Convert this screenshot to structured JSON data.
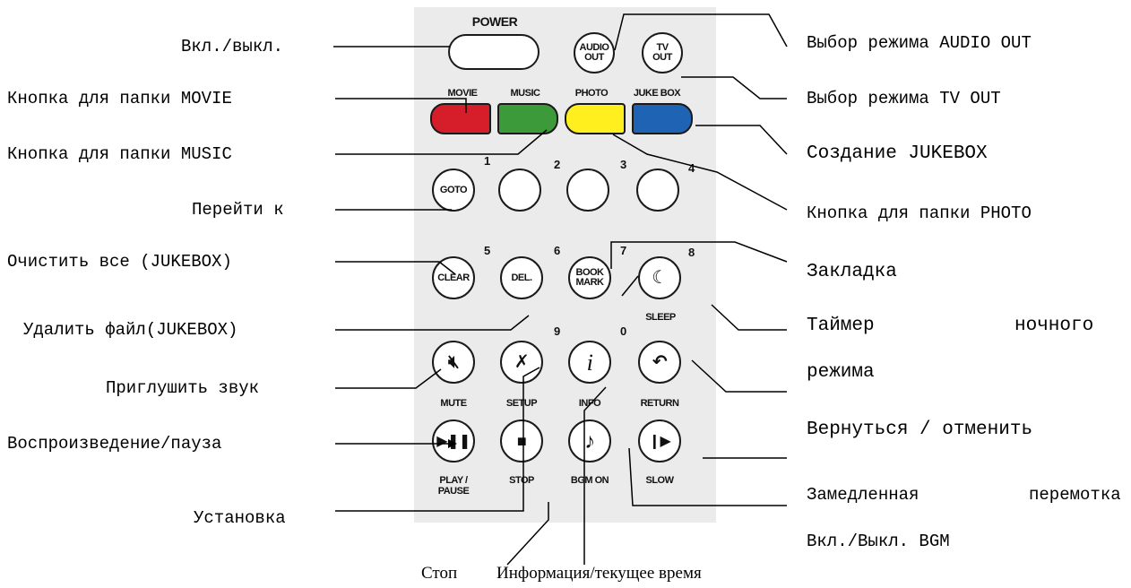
{
  "remote": {
    "power_label": "POWER",
    "audio_out": [
      "AUDIO",
      "OUT"
    ],
    "tv_out": [
      "TV",
      "OUT"
    ],
    "color_labels": [
      "MOVIE",
      "MUSIC",
      "PHOTO",
      "JUKE BOX"
    ],
    "colors": {
      "movie": "#d61e2b",
      "music": "#3c9a3a",
      "photo": "#ffef1e",
      "jukebox": "#1f64b4"
    },
    "numbers": [
      "1",
      "2",
      "3",
      "4",
      "5",
      "6",
      "7",
      "8",
      "9",
      "0"
    ],
    "goto": "GOTO",
    "clear": "CLEAR",
    "del": "DEL.",
    "bookmark": [
      "BOOK",
      "MARK"
    ],
    "sleep": "SLEEP",
    "mute": "MUTE",
    "setup": "SETUP",
    "info": "INFO",
    "return": "RETURN",
    "play_pause": [
      "PLAY /",
      "PAUSE"
    ],
    "stop": "STOP",
    "bgm_on": "BGM ON",
    "slow": "SLOW"
  },
  "labels": {
    "power": "Вкл./выкл.",
    "movie": "Кнопка для папки MOVIE",
    "music": "Кнопка для папки MUSIC",
    "goto": "Перейти к",
    "clear_all": "Очистить все (JUKEBOX)",
    "delete_file": "Удалить файл(JUKEBOX)",
    "mute": "Приглушить звук",
    "play_pause": "Воспроизведение/пауза",
    "setup": "Установка",
    "audio_out": "Выбор режима AUDIO OUT",
    "tv_out": "Выбор режима TV OUT",
    "jukebox": "Создание JUKEBOX",
    "photo": "Кнопка для папки PHOTO",
    "bookmark": "Закладка",
    "sleep_1": "Таймер",
    "sleep_2": "ночного",
    "sleep_3": "режима",
    "return": "Вернуться / отменить",
    "slow_1": "Замедленная",
    "slow_2": "перемотка",
    "bgm": "Вкл./Выкл. BGM",
    "stop": "Стоп",
    "info": "Информация/текущее время"
  }
}
